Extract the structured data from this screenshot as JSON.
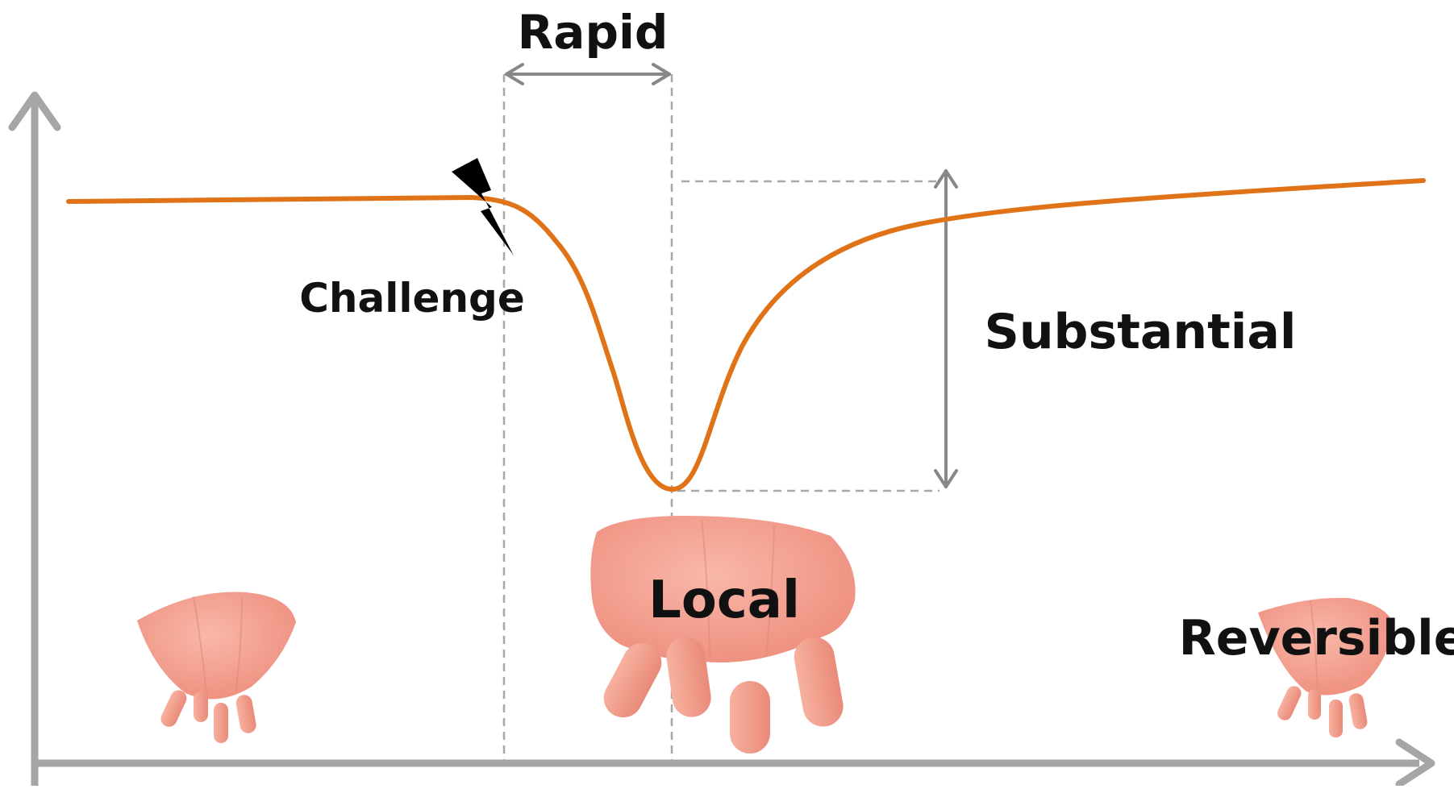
{
  "labels": {
    "rapid": "Rapid",
    "challenge": "Challenge",
    "substantial": "Substantial",
    "local": "Local",
    "reversible": "Reversible"
  },
  "colors": {
    "curve": "#e07318",
    "axis": "#a6a6a6",
    "guide": "#999999",
    "arrow": "#888888",
    "lightning": "#000000",
    "udder": "#f4a08f",
    "udder_dark": "#e8867a",
    "text": "#111111"
  },
  "icons": [
    "lightning-bolt-icon",
    "udder-small-left",
    "udder-large-center",
    "udder-small-right"
  ]
}
